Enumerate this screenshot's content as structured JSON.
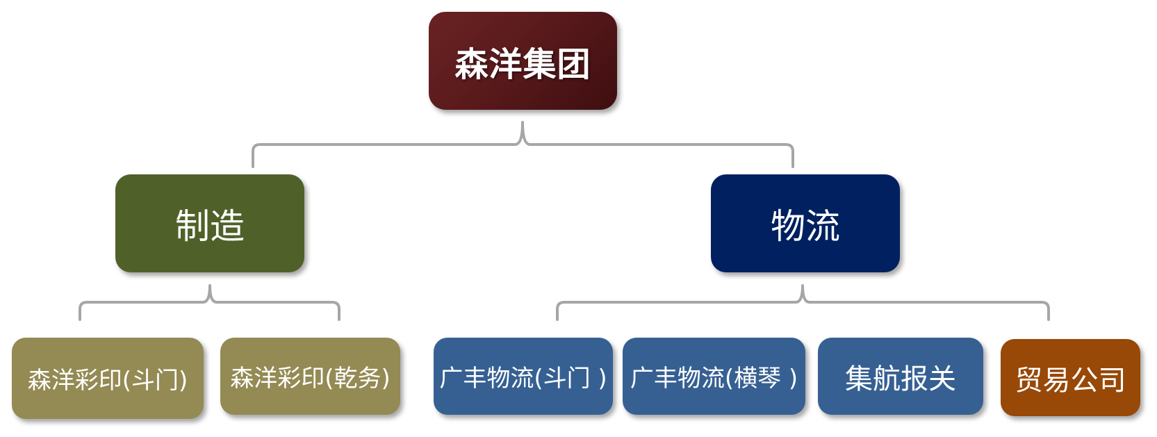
{
  "root": {
    "label": "森洋集团"
  },
  "divisions": {
    "manufacturing": {
      "label": "制造"
    },
    "logistics": {
      "label": "物流"
    }
  },
  "companies": {
    "sy_doumen": {
      "label": "森洋彩印(斗门)"
    },
    "sy_qianwu": {
      "label": "森洋彩印(乾务)"
    },
    "gf_doumen": {
      "label": "广丰物流(斗门 )"
    },
    "gf_hengqin": {
      "label": "广丰物流(横琴 )"
    },
    "jihang": {
      "label": "集航报关"
    },
    "trading": {
      "label": "贸易公司"
    }
  },
  "colors": {
    "root": "#5a1a1c",
    "manufacturing": "#4f6128",
    "logistics": "#002060",
    "olive_leaf": "#948a54",
    "blue_leaf": "#366092",
    "orange_leaf": "#984807",
    "connector": "#a6a6a6"
  }
}
